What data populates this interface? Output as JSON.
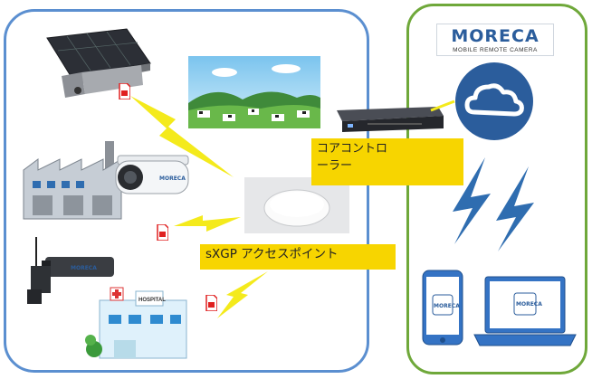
{
  "labels": {
    "core_controller_line1": "コアコントロ",
    "core_controller_line2": "ーラー",
    "access_point": "sXGP アクセスポイント"
  },
  "logo": {
    "word": "MORECA",
    "tagline": "MOBILE REMOTE CAMERA"
  },
  "hospital_sign": "HOSPITAL",
  "device_logo": "MORECA",
  "colors": {
    "left_panel_border": "#5b8fd0",
    "right_panel_border": "#6fa83a",
    "label_background": "#f7d500",
    "signal_yellow": "#f4ea1c",
    "signal_blue": "#2f6db0",
    "cloud_circle": "#2b5d9c"
  }
}
